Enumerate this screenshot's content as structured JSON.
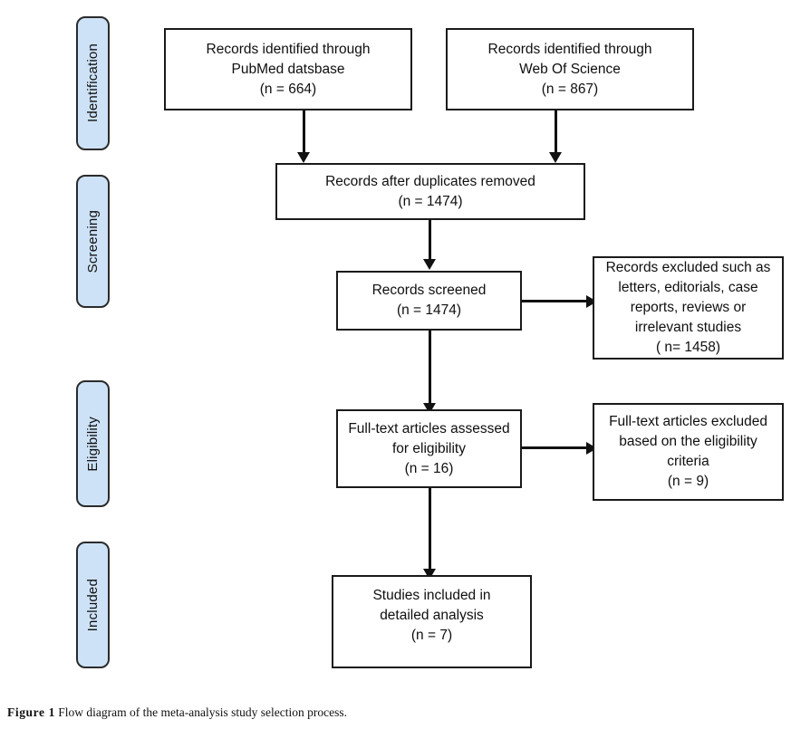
{
  "figure": {
    "caption_label": "Figure 1",
    "caption_text": "Flow diagram of the meta-analysis study selection process."
  },
  "colors": {
    "stage_fill": "#cde2f7",
    "stage_border": "#2b2b2b",
    "box_border": "#1a1a1a",
    "box_fill": "#ffffff",
    "connector": "#111111"
  },
  "stages": [
    {
      "id": "identification",
      "label": "Identification"
    },
    {
      "id": "screening",
      "label": "Screening"
    },
    {
      "id": "eligibility",
      "label": "Eligibility"
    },
    {
      "id": "included",
      "label": "Included"
    }
  ],
  "chart_data": {
    "type": "diagram",
    "diagram_kind": "prisma-flow-diagram",
    "nodes": [
      {
        "id": "records-pubmed",
        "stage": "Identification",
        "text": "Records identified through\nPubMed datsbase\n(n = 664)",
        "count": 664
      },
      {
        "id": "records-web-of-science",
        "stage": "Identification",
        "text": "Records identified through\nWeb Of Science\n(n = 867)",
        "count": 867
      },
      {
        "id": "records-duplicates-removed",
        "stage": "Screening",
        "text": "Records after duplicates removed\n(n = 1474)",
        "count": 1474
      },
      {
        "id": "records-screened",
        "stage": "Screening",
        "text": "Records screened\n(n = 1474)",
        "count": 1474
      },
      {
        "id": "records-excluded",
        "stage": "Screening",
        "text": "Records excluded such as\nletters, editorials, case\nreports, reviews or\nirrelevant studies\n( n= 1458)",
        "count": 1458
      },
      {
        "id": "fulltext-assessed",
        "stage": "Eligibility",
        "text": "Full-text articles assessed\nfor eligibility\n(n = 16)",
        "count": 16
      },
      {
        "id": "fulltext-excluded",
        "stage": "Eligibility",
        "text": "Full-text articles excluded\nbased on the eligibility\ncriteria\n(n = 9)",
        "count": 9
      },
      {
        "id": "studies-included",
        "stage": "Included",
        "text": "Studies included in\ndetailed analysis\n(n = 7)",
        "count": 7
      }
    ],
    "edges": [
      {
        "from": "records-pubmed",
        "to": "records-duplicates-removed",
        "direction": "down"
      },
      {
        "from": "records-web-of-science",
        "to": "records-duplicates-removed",
        "direction": "down"
      },
      {
        "from": "records-duplicates-removed",
        "to": "records-screened",
        "direction": "down"
      },
      {
        "from": "records-screened",
        "to": "records-excluded",
        "direction": "right"
      },
      {
        "from": "records-screened",
        "to": "fulltext-assessed",
        "direction": "down"
      },
      {
        "from": "fulltext-assessed",
        "to": "fulltext-excluded",
        "direction": "right"
      },
      {
        "from": "fulltext-assessed",
        "to": "studies-included",
        "direction": "down"
      }
    ],
    "title": "Flow diagram of the meta-analysis study selection process."
  }
}
